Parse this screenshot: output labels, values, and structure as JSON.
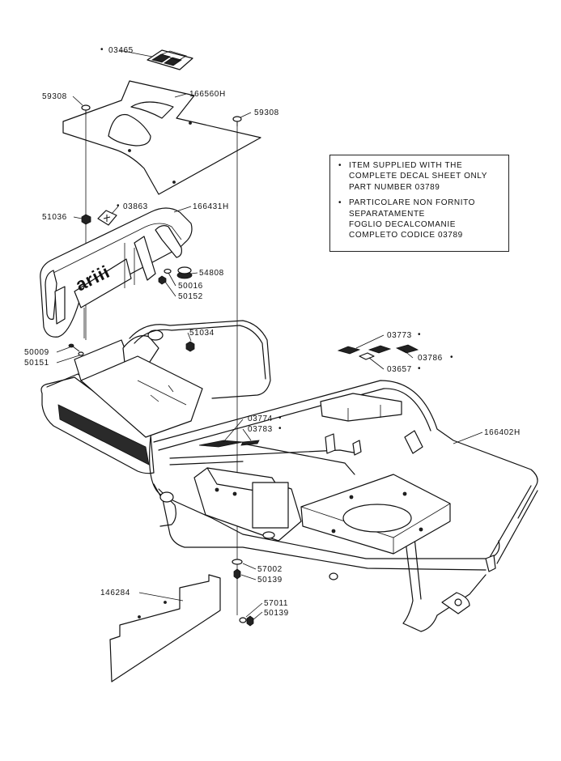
{
  "callouts": {
    "p03465": "03465",
    "p166560H": "166560H",
    "p59308_left": "59308",
    "p59308_right": "59308",
    "p51036": "51036",
    "p03863": "03863",
    "p166431H": "166431H",
    "p54808": "54808",
    "p50016": "50016",
    "p50152": "50152",
    "p51034": "51034",
    "p50009": "50009",
    "p50151": "50151",
    "p03773": "03773",
    "p03786": "03786",
    "p03657": "03657",
    "p03774": "03774",
    "p03783": "03783",
    "p166402H": "166402H",
    "p57002": "57002",
    "p50139_a": "50139",
    "p146284": "146284",
    "p57011": "57011",
    "p50139_b": "50139"
  },
  "star": "•",
  "logo_text": "ariii",
  "note": {
    "bullet": "•",
    "item1": [
      "ITEM SUPPLIED WITH THE",
      "COMPLETE DECAL SHEET ONLY",
      "PART NUMBER 03789"
    ],
    "item2": [
      "PARTICOLARE NON FORNITO",
      "SEPARATAMENTE",
      "FOGLIO DECALCOMANIE",
      "COMPLETO CODICE 03789"
    ]
  }
}
